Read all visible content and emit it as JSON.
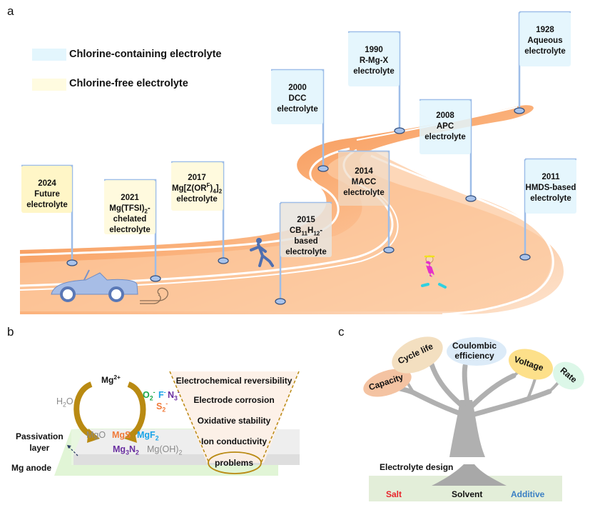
{
  "panels": {
    "a": {
      "letter": "a",
      "legend": [
        {
          "label": "Chlorine-containing electrolyte",
          "color": "#e3f6fd"
        },
        {
          "label": "Chlorine-free electrolyte",
          "color": "#fffbe0"
        }
      ],
      "milestones": [
        {
          "year": "1928",
          "name": "Aqueous",
          "suffix": "electrolyte",
          "category": "chlorine-containing"
        },
        {
          "year": "1990",
          "name": "R-Mg-X",
          "suffix": "electrolyte",
          "category": "chlorine-containing"
        },
        {
          "year": "2000",
          "name": "DCC",
          "suffix": "electrolyte",
          "category": "chlorine-containing"
        },
        {
          "year": "2008",
          "name": "APC",
          "suffix": "electrolyte",
          "category": "chlorine-containing"
        },
        {
          "year": "2011",
          "name": "HMDS-based",
          "suffix": "electrolyte",
          "category": "chlorine-containing"
        },
        {
          "year": "2014",
          "name": "MACC",
          "suffix": "electrolyte",
          "category": "chlorine-containing"
        },
        {
          "year": "2015",
          "name": "CB11H12-",
          "suffix": "based electrolyte",
          "category": "chlorine-containing"
        },
        {
          "year": "2017",
          "name": "Mg[Z(ORF)4]2",
          "suffix": "electrolyte",
          "category": "chlorine-free"
        },
        {
          "year": "2021",
          "name": "Mg(TFSI)2-",
          "suffix": "chelated electrolyte",
          "category": "chlorine-free"
        },
        {
          "year": "2024",
          "name": "Future",
          "suffix": "electrolyte",
          "category": "chlorine-free"
        }
      ],
      "text": {
        "m1928": [
          "1928",
          "Aqueous",
          "electrolyte"
        ],
        "m1990": [
          "1990",
          "R-Mg-X",
          "electrolyte"
        ],
        "m2000": [
          "2000",
          "DCC",
          "electrolyte"
        ],
        "m2008": [
          "2008",
          "APC",
          "electrolyte"
        ],
        "m2011": [
          "2011",
          "HMDS-based",
          "electrolyte"
        ],
        "m2014": [
          "2014",
          "MACC",
          "electrolyte"
        ],
        "m2015": [
          "2015",
          "CB",
          "11",
          "H",
          "12",
          "-",
          "based",
          "electrolyte"
        ],
        "m2017": [
          "2017",
          "Mg[Z(OR",
          "F",
          ")",
          "4",
          "]",
          "2",
          "electrolyte"
        ],
        "m2021": [
          "2021",
          "Mg(TFSI)",
          "2",
          "-",
          "chelated",
          "electrolyte"
        ],
        "m2024": [
          "2024",
          "Future",
          "electrolyte"
        ]
      },
      "colors": {
        "road_dark": "#ef7d32",
        "road_light": "#fbc79a",
        "pole": "#9dbde8",
        "pin": "#8fb1e0"
      }
    },
    "b": {
      "letter": "b",
      "mg_ion": [
        "Mg",
        "2+"
      ],
      "h2o": [
        "H",
        "2",
        "O"
      ],
      "anions": {
        "o2": [
          "O",
          "2",
          "-"
        ],
        "f": [
          "F",
          "-"
        ],
        "n3": [
          "N",
          "3",
          "-"
        ],
        "s2": [
          "S",
          "2",
          "-"
        ]
      },
      "products": {
        "mgo": "MgO",
        "mgs": "MgS",
        "mgf2": [
          "MgF",
          "2"
        ],
        "mg3n2": [
          "Mg",
          "3",
          "N",
          "2"
        ],
        "mgoh2": [
          "Mg(OH)",
          "2"
        ]
      },
      "labels": {
        "passivation": [
          "Passivation",
          "layer"
        ],
        "anode": "Mg anode"
      },
      "problems": [
        "Electrochemical reversibility",
        "Electrode corrosion",
        "Oxidative stability",
        "Ion conductivity"
      ],
      "problems_title": "problems",
      "colors": {
        "arrow": "#b98a12",
        "o2": "#19a84a",
        "f": "#1aa3e8",
        "n3": "#6a2fa0",
        "s2": "#f07a3a",
        "grey": "#8a8a8a",
        "mgs": "#f07a3a",
        "mgf2": "#1aa3e8",
        "mg3n2": "#6a2fa0"
      }
    },
    "c": {
      "letter": "c",
      "leaves": [
        {
          "label": "Capacity",
          "color": "#f4c3a2"
        },
        {
          "label": "Cycle life",
          "color": "#f3dfc0"
        },
        {
          "label": "Coulombic efficiency",
          "color": "#dcebf8"
        },
        {
          "label": "Voltage",
          "color": "#fde08a"
        },
        {
          "label": "Rate",
          "color": "#dcf7e8"
        }
      ],
      "leaf_text": {
        "capacity": "Capacity",
        "cycle": "Cycle life",
        "coulombic": [
          "Coulombic",
          "efficiency"
        ],
        "voltage": "Voltage",
        "rate": "Rate"
      },
      "root_title": "Electrolyte design",
      "roots": [
        {
          "label": "Salt",
          "color": "#e8232a"
        },
        {
          "label": "Solvent",
          "color": "#111111"
        },
        {
          "label": "Additive",
          "color": "#3a7fc4"
        }
      ]
    }
  }
}
